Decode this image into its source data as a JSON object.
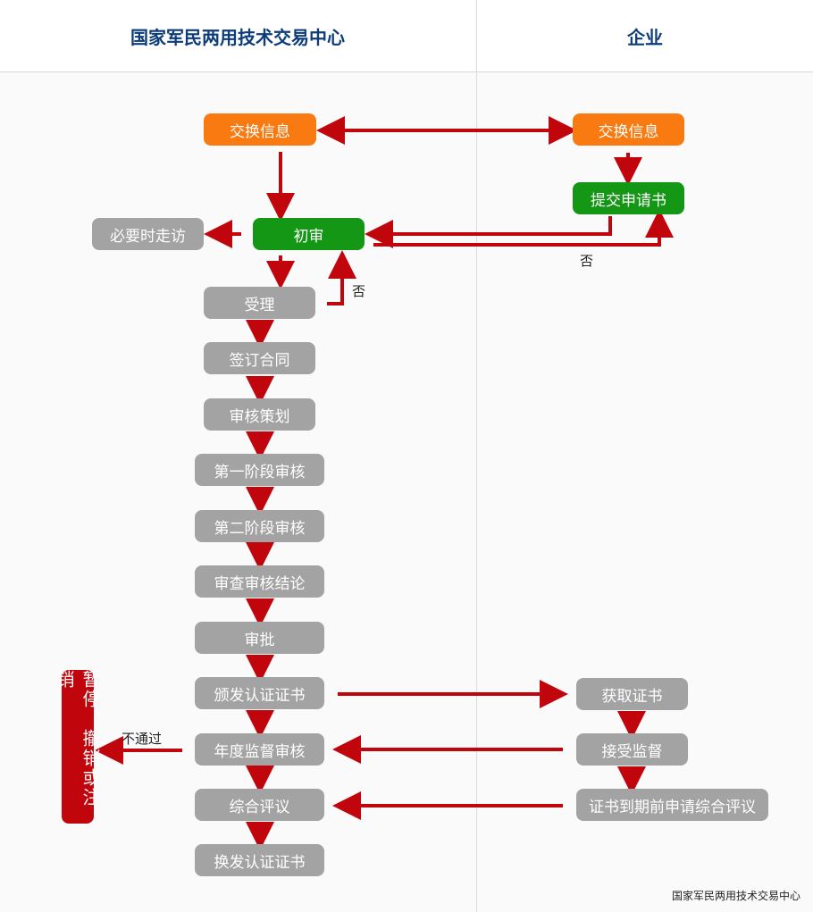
{
  "header": {
    "left": "国家军民两用技术交易中心",
    "right": "企业"
  },
  "nodes": {
    "exchange_left": "交换信息",
    "exchange_right": "交换信息",
    "submit_application": "提交申请书",
    "preliminary_review": "初审",
    "visit_if_needed": "必要时走访",
    "acceptance": "受理",
    "sign_contract": "签订合同",
    "audit_planning": "审核策划",
    "stage1_audit": "第一阶段审核",
    "stage2_audit": "第二阶段审核",
    "review_conclusion": "审查审核结论",
    "approval": "审批",
    "issue_certificate": "颁发认证证书",
    "annual_audit": "年度监督审核",
    "comprehensive_eval": "综合评议",
    "renew_certificate": "换发认证证书",
    "obtain_certificate": "获取证书",
    "accept_supervision": "接受监督",
    "apply_before_expiry": "证书到期前申请综合评议",
    "suspend_revoke": "暂停、撤销或注销"
  },
  "edge_labels": {
    "no_right": "否",
    "no_left": "否",
    "fail": "不通过"
  },
  "colors": {
    "orange": "#f97a10",
    "green": "#139714",
    "gray": "#a3a3a3",
    "red": "#c1050c",
    "arrow": "#c1050c"
  },
  "footer": "国家军民两用技术交易中心"
}
